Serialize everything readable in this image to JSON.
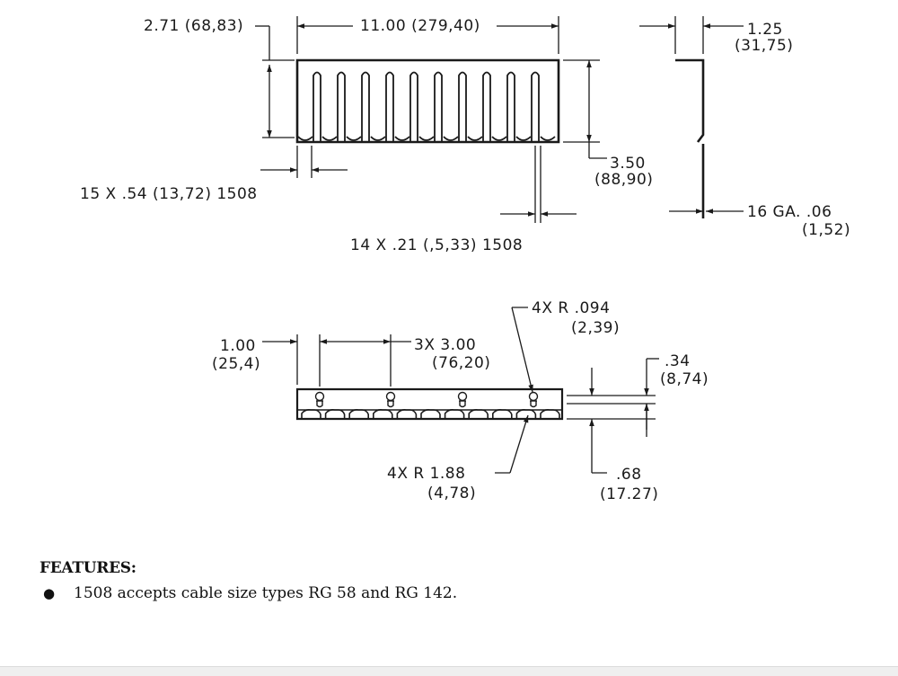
{
  "top_view": {
    "overall_height": "2.71 (68,83)",
    "overall_length": "11.00 (279,40)",
    "slot_depth_line1": "3.50",
    "slot_depth_line2": "(88,90)",
    "tab_count": "15 X .54 (13,72) 1508",
    "slot_count": "14 X .21 (,5,33) 1508"
  },
  "side_view": {
    "flange_line1": "1.25",
    "flange_line2": "(31,75)",
    "gauge_line1": "16 GA. .06",
    "gauge_line2": "(1,52)"
  },
  "bottom_view": {
    "edge_offset_line1": "1.00",
    "edge_offset_line2": "(25,4)",
    "hole_spacing_line1": "3X 3.00",
    "hole_spacing_line2": "(76,20)",
    "hole_radius_line1": "4X R .094",
    "hole_radius_line2": "(2,39)",
    "notch_radius_line1": "4X R 1.88",
    "notch_radius_line2": "(4,78)",
    "hole_height_line1": ".34",
    "hole_height_line2": "(8,74)",
    "bar_height_line1": ".68",
    "bar_height_line2": "(17.27)"
  },
  "features": {
    "heading": "FEATURES:",
    "items": [
      "1508 accepts cable size types RG 58 and RG 142."
    ]
  },
  "colors": {
    "line": "#1a1a1a",
    "background": "#ffffff"
  }
}
